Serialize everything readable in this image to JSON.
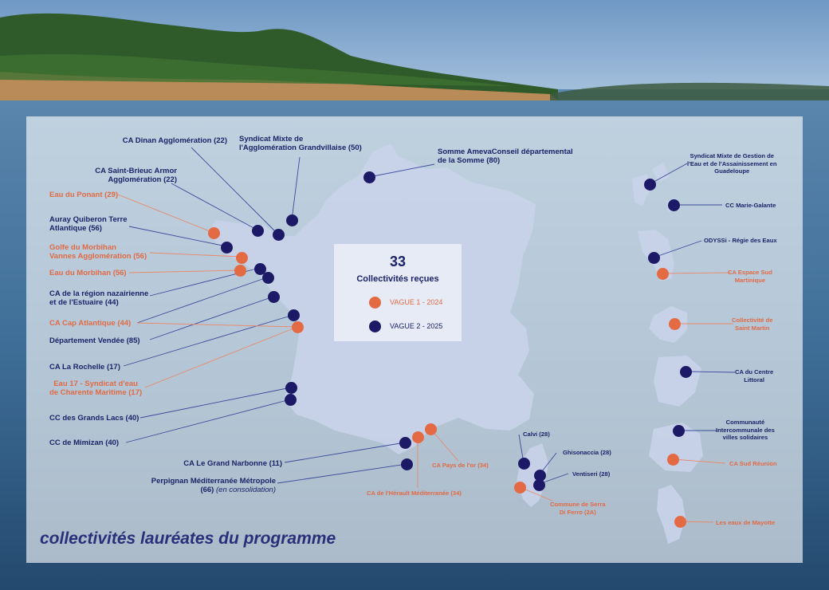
{
  "map": {
    "title": "collectivités lauréates du programme",
    "legend": {
      "count": "33",
      "subtitle": "Collectivités reçues",
      "items": [
        {
          "label": "VAGUE 1 - 2024",
          "color": "#e46a44"
        },
        {
          "label": "VAGUE 2 - 2025",
          "color": "#1c1a66"
        }
      ]
    },
    "labels": {
      "dinan": "CA Dinan Agglomération (22)",
      "grandvillaise": "Syndicat Mixte de\nl'Agglomération Grandvillaise (50)",
      "saint_brieuc": "CA Saint-Brieuc Armor\nAgglomération (22)",
      "ponant": "Eau du Ponant (29)",
      "auray": "Auray Quiberon Terre\nAtlantique (56)",
      "golfe": "Golfe du Morbihan\nVannes Agglomération (56)",
      "eau_morbihan": "Eau du Morbihan (56)",
      "nazairienne": "CA de la région nazairienne\net de l'Estuaire (44)",
      "cap_atlantique": "CA Cap Atlantique (44)",
      "vendee": "Département Vendée (85)",
      "la_rochelle": "CA La Rochelle (17)",
      "eau17": "Eau 17 - Syndicat d'eau\nde Charente Maritime (17)",
      "grands_lacs": "CC des Grands Lacs (40)",
      "mimizan": "CC de Mimizan (40)",
      "narbonne": "CA Le Grand Narbonne (11)",
      "perpignan": "Perpignan Méditerranée Métropole",
      "perpignan_sub": "(66) ",
      "perpignan_sub_italic": "(en consolidation)",
      "somme": "Somme AmevaConseil départemental\nde la Somme (80)",
      "pays_or": "CA Pays de l'or (34)",
      "herault": "CA de l'Hérault Méditerranée (34)",
      "calvi": "Calvi  (28)",
      "ghisonaccia": "Ghisonaccia (28)",
      "ventiseri": "Ventiseri (28)",
      "serra": "Commune de Serra\nDi Ferro (2A)",
      "guadeloupe": "Syndicat Mixte de Gestion de\nl'Eau et de l'Assainissement en\nGuadeloupe",
      "marie_galante": "CC Marie-Galante",
      "odyssi": "ODYSSi - Régie des Eaux",
      "espace_sud": "CA Espace Sud\nMartinique",
      "saint_martin": "Collectivité de\nSaint Martin",
      "centre_littoral": "CA du Centre\nLittoral",
      "villes_solidaires": "Communauté\nIntercommunale des\nvilles solidaires",
      "sud_reunion": "CA Sud Réunion",
      "mayotte": "Les eaux de Mayotte"
    },
    "colors": {
      "wave1": "#e46a44",
      "wave2": "#1c1a66",
      "title": "#2b2f7a",
      "map_fill": "#c9d3ea"
    }
  }
}
